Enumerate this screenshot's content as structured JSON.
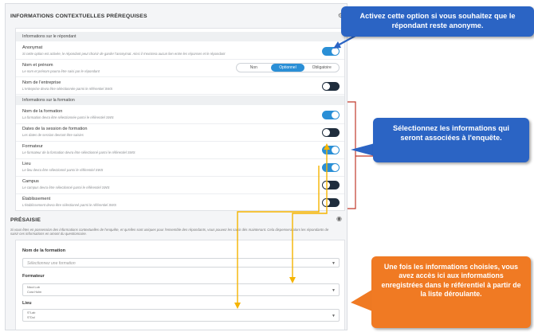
{
  "contextual": {
    "title": "INFORMATIONS CONTEXTUELLES PRÉREQUISES",
    "respondent_header": "Informations sur le répondant",
    "anonymat": {
      "label": "Anonymat",
      "help": "Si cette option est activée, le répondant peut choisir de garder l'anonymat. Ainsi il n'existera aucun lien entre les réponses et le répondant"
    },
    "nom": {
      "label": "Nom et prénom",
      "help": "Le nom et prénom pourra être saisi par le répondant",
      "options": [
        "Non",
        "Optionnel",
        "Obligatoire"
      ],
      "selected": "Optionnel"
    },
    "entreprise": {
      "label": "Nom de l'entreprise",
      "help": "L'entreprise devra être sélectionnée parmi le référentiel SWS"
    },
    "training_header": "Informations sur la formation",
    "formation_rows": [
      {
        "label": "Nom de la formation",
        "help": "La formation devra être sélectionnée parmi le référentiel SWS"
      },
      {
        "label": "Dates de la session de formation",
        "help": "Les dates de session devront être saisies"
      },
      {
        "label": "Formateur",
        "help": "Le formateur de la formation devra être sélectionné parmi le référentiel SWS"
      },
      {
        "label": "Lieu",
        "help": "Le lieu devra être sélectionné parmi le référentiel SWS"
      },
      {
        "label": "Campus",
        "help": "Le campus devra être sélectionné parmi le référentiel SWS"
      },
      {
        "label": "Établissement",
        "help": "L'établissement devra être sélectionné parmi le référentiel SWS"
      }
    ]
  },
  "presaisie": {
    "title": "PRÉSAISIE",
    "info": "Si vous êtes en possession des informations contextuelles de l'enquête, et qu'elles sont uniques pour l'ensemble des répondants, vous pouvez les saisir dès maintenant. Cela dispensera alors les répondants de saisir ces informations en amont du questionnaire.",
    "f_formation": {
      "label": "Nom de la formation",
      "placeholder": "Sélectionnez une formation"
    },
    "f_formateur": {
      "label": "Formateur",
      "line1": "Nicol Lob",
      "line2": "Cora Holm"
    },
    "f_lieu": {
      "label": "Lieu",
      "line1": "S°Lab",
      "line2": "S°Dol"
    }
  },
  "callouts": {
    "c1": "Activez cette option si vous souhaitez que le répondant reste anonyme.",
    "c2": "Sélectionnez les informations  qui seront associées à l'enquête.",
    "c3": "Une fois les informations choisies, vous avez accès ici aux informations enregistrées dans le référentiel à partir de la liste déroulante."
  },
  "colors": {
    "toggle_on": "#2a8fd6",
    "toggle_off": "#1f2d3d",
    "callout_blue": "#2b64c4",
    "callout_orange": "#f07a23",
    "arrow_yellow": "#f5b400",
    "bracket_red": "#c0392b"
  }
}
